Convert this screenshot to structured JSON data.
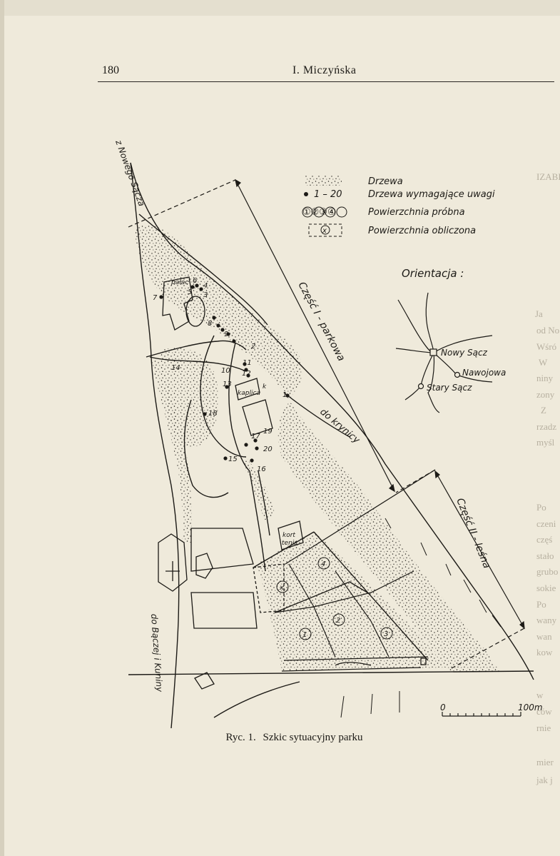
{
  "header": {
    "page_number": "180",
    "author": "I. Miczyńska"
  },
  "legend": {
    "trees": "Drzewa",
    "range": "1 – 20",
    "attention": "Drzewa wymagające uwagi",
    "plot_symbols": "①②③④",
    "sample_plots": "Powierzchnia próbna",
    "plot_x": "x",
    "calculated_plot": "Powierzchnia obliczona"
  },
  "orientation": {
    "title": "Orientacja :",
    "nowy_sacz": "Nowy Sącz",
    "nawojowa": "Nawojowa",
    "stary_sacz": "Stary Sącz"
  },
  "map_labels": {
    "from_nowy_sacz": "z Nowego Sącza",
    "part_one": "Część I - parkowa",
    "part_two": "Część II - leśna",
    "to_spring": "do krynicy",
    "to_bacza": "do Bączej i Kuniny",
    "palace": "pałac",
    "chapel": "kaplica",
    "k": "k",
    "court_line1": "kort",
    "court_line2": "tenis",
    "plot_1": "1",
    "plot_2": "2",
    "plot_3": "3",
    "plot_4": "4",
    "plot_x": "x"
  },
  "trees": [
    "1",
    "2",
    "3",
    "4",
    "5",
    "6",
    "7",
    "8",
    "9",
    "10",
    "11",
    "12",
    "13",
    "14",
    "15",
    "16",
    "17",
    "18",
    "19",
    "20"
  ],
  "scale": {
    "zero": "0",
    "end": "100m"
  },
  "caption": {
    "number": "Ryc. 1.",
    "text": "Szkic sytuacyjny parku"
  },
  "bleed_through": [
    "IZABE",
    "Ja",
    "od No",
    "Wśró",
    "W",
    "niny",
    "zony",
    "Z",
    "rzadz",
    "myśl",
    "Po",
    "czeni",
    "częś",
    "stało",
    "grubo",
    "sokie",
    "Po",
    "wany",
    "wan",
    "kow",
    "w",
    "ców",
    "rnie",
    "mier",
    "jak j"
  ]
}
